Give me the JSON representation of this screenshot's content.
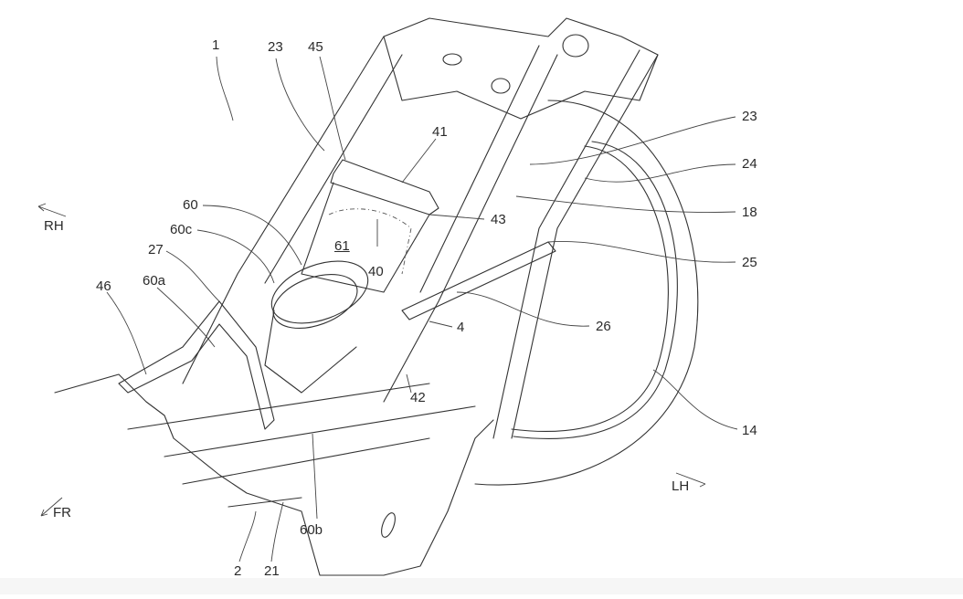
{
  "figure": {
    "type": "patent-drawing",
    "subject": "motorcycle rear frame with air cleaner / battery arrangement",
    "direction_labels": {
      "rh": "RH",
      "lh": "LH",
      "fr": "FR"
    },
    "reference_labels": {
      "l1": "1",
      "l23a": "23",
      "l45": "45",
      "l41": "41",
      "l23b": "23",
      "l24": "24",
      "l18": "18",
      "l43": "43",
      "l60": "60",
      "l60c": "60c",
      "l61": "61",
      "l40": "40",
      "l27": "27",
      "l25": "25",
      "l46": "46",
      "l60a": "60a",
      "l4": "4",
      "l26": "26",
      "l42": "42",
      "l14": "14",
      "l60b": "60b",
      "l2": "2",
      "l21": "21"
    }
  }
}
